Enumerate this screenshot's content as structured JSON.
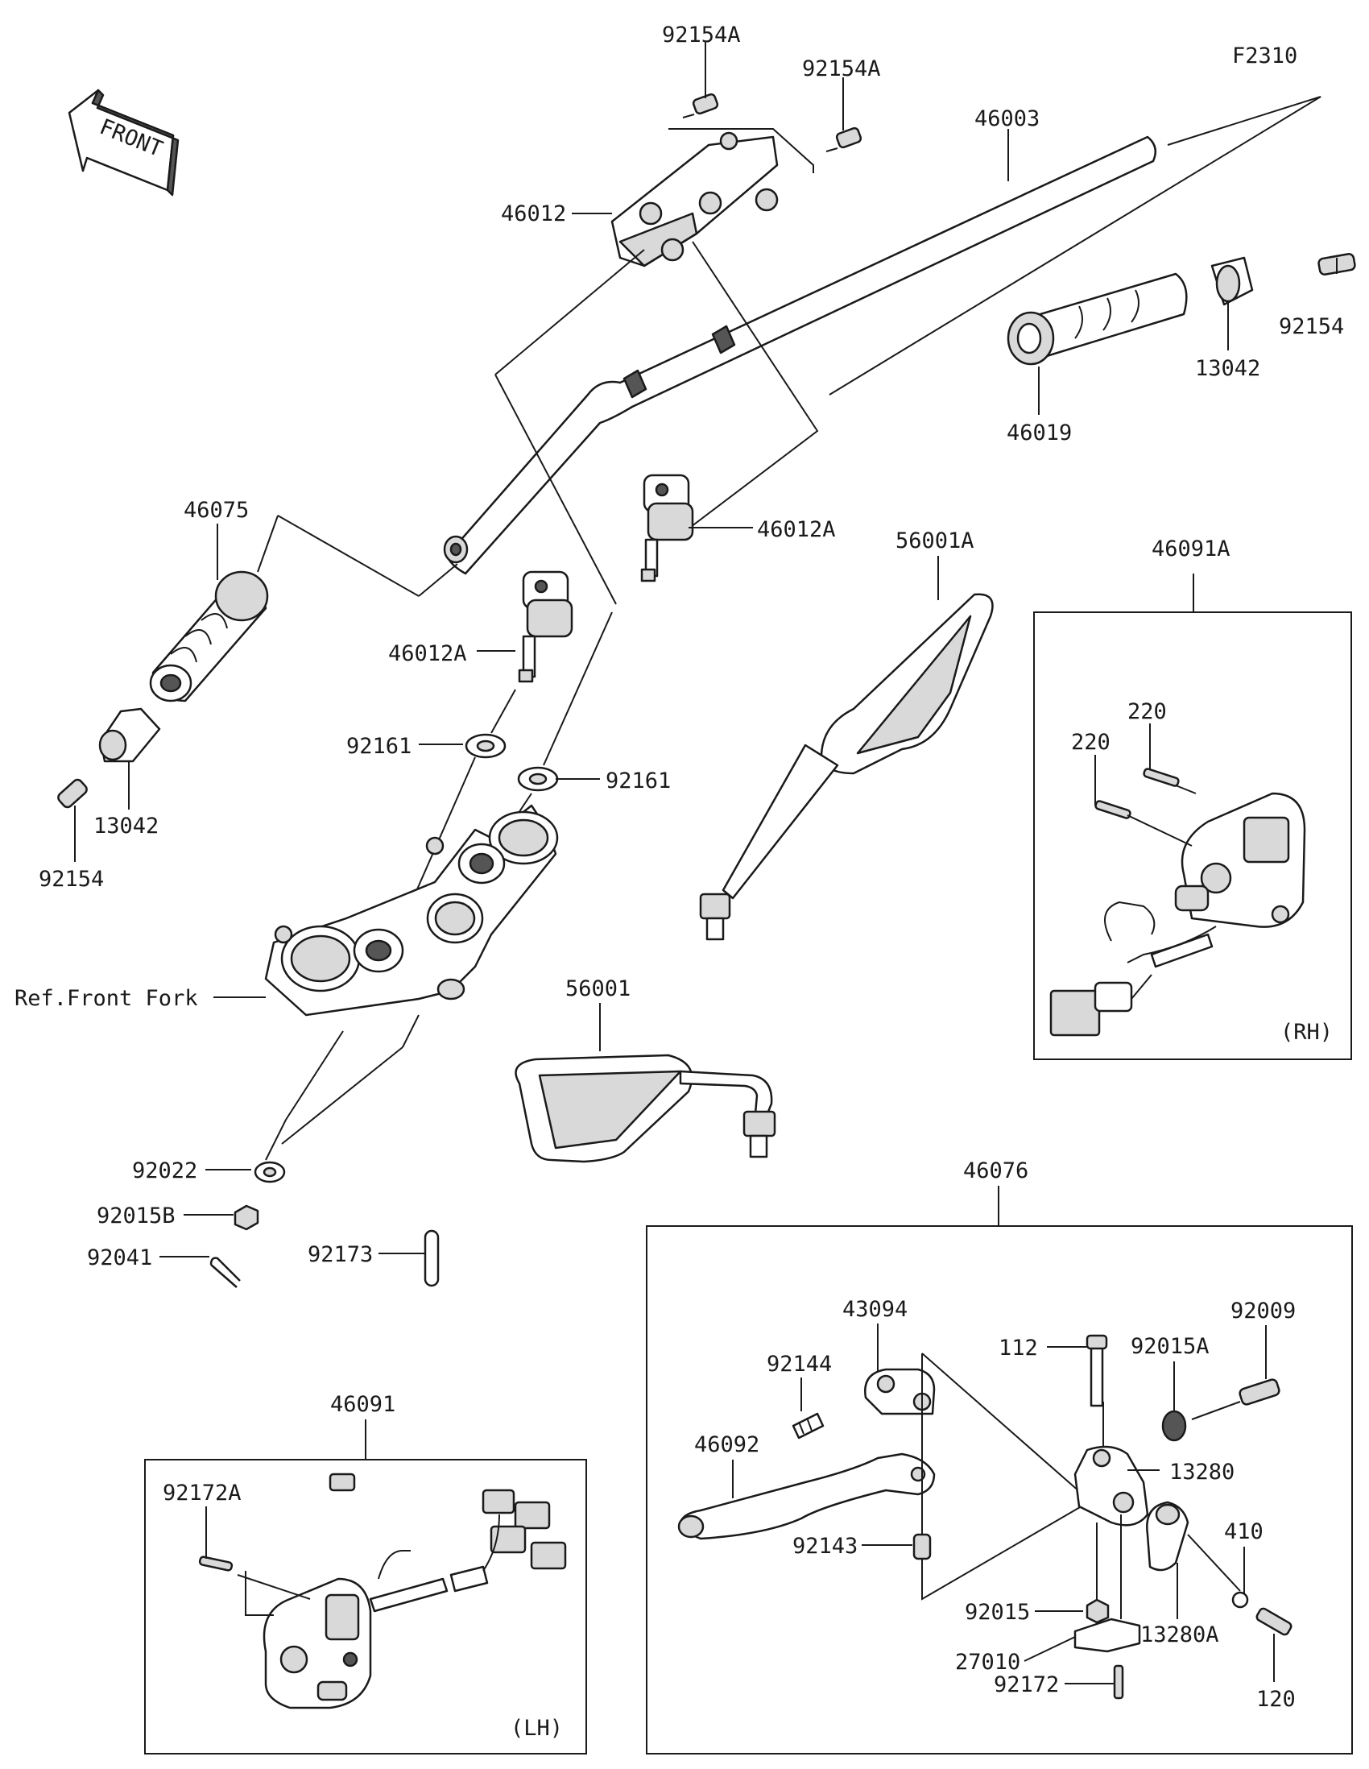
{
  "figure_code": "F2310",
  "front_label": "FRONT",
  "callouts": [
    {
      "id": "92154A_left",
      "text": "92154A"
    },
    {
      "id": "92154A_right",
      "text": "92154A"
    },
    {
      "id": "46003",
      "text": "46003"
    },
    {
      "id": "46012",
      "text": "46012"
    },
    {
      "id": "92154_right",
      "text": "92154"
    },
    {
      "id": "13042_right",
      "text": "13042"
    },
    {
      "id": "46019",
      "text": "46019"
    },
    {
      "id": "46075",
      "text": "46075"
    },
    {
      "id": "46012A_right",
      "text": "46012A"
    },
    {
      "id": "56001A",
      "text": "56001A"
    },
    {
      "id": "46091A",
      "text": "46091A"
    },
    {
      "id": "46012A_left",
      "text": "46012A"
    },
    {
      "id": "220_a",
      "text": "220"
    },
    {
      "id": "220_b",
      "text": "220"
    },
    {
      "id": "92161_left",
      "text": "92161"
    },
    {
      "id": "92161_right",
      "text": "92161"
    },
    {
      "id": "13042_left",
      "text": "13042"
    },
    {
      "id": "92154_left",
      "text": "92154"
    },
    {
      "id": "ref_front_fork",
      "text": "Ref.Front Fork"
    },
    {
      "id": "56001",
      "text": "56001"
    },
    {
      "id": "rh",
      "text": "(RH)"
    },
    {
      "id": "46076",
      "text": "46076"
    },
    {
      "id": "92022",
      "text": "92022"
    },
    {
      "id": "92015B",
      "text": "92015B"
    },
    {
      "id": "92041",
      "text": "92041"
    },
    {
      "id": "92173",
      "text": "92173"
    },
    {
      "id": "43094",
      "text": "43094"
    },
    {
      "id": "92009",
      "text": "92009"
    },
    {
      "id": "92144",
      "text": "92144"
    },
    {
      "id": "112",
      "text": "112"
    },
    {
      "id": "92015A",
      "text": "92015A"
    },
    {
      "id": "46091",
      "text": "46091"
    },
    {
      "id": "46092",
      "text": "46092"
    },
    {
      "id": "13280",
      "text": "13280"
    },
    {
      "id": "92172A",
      "text": "92172A"
    },
    {
      "id": "410",
      "text": "410"
    },
    {
      "id": "92143",
      "text": "92143"
    },
    {
      "id": "92015",
      "text": "92015"
    },
    {
      "id": "13280A",
      "text": "13280A"
    },
    {
      "id": "27010",
      "text": "27010"
    },
    {
      "id": "120",
      "text": "120"
    },
    {
      "id": "92172",
      "text": "92172"
    },
    {
      "id": "lh",
      "text": "(LH)"
    }
  ]
}
